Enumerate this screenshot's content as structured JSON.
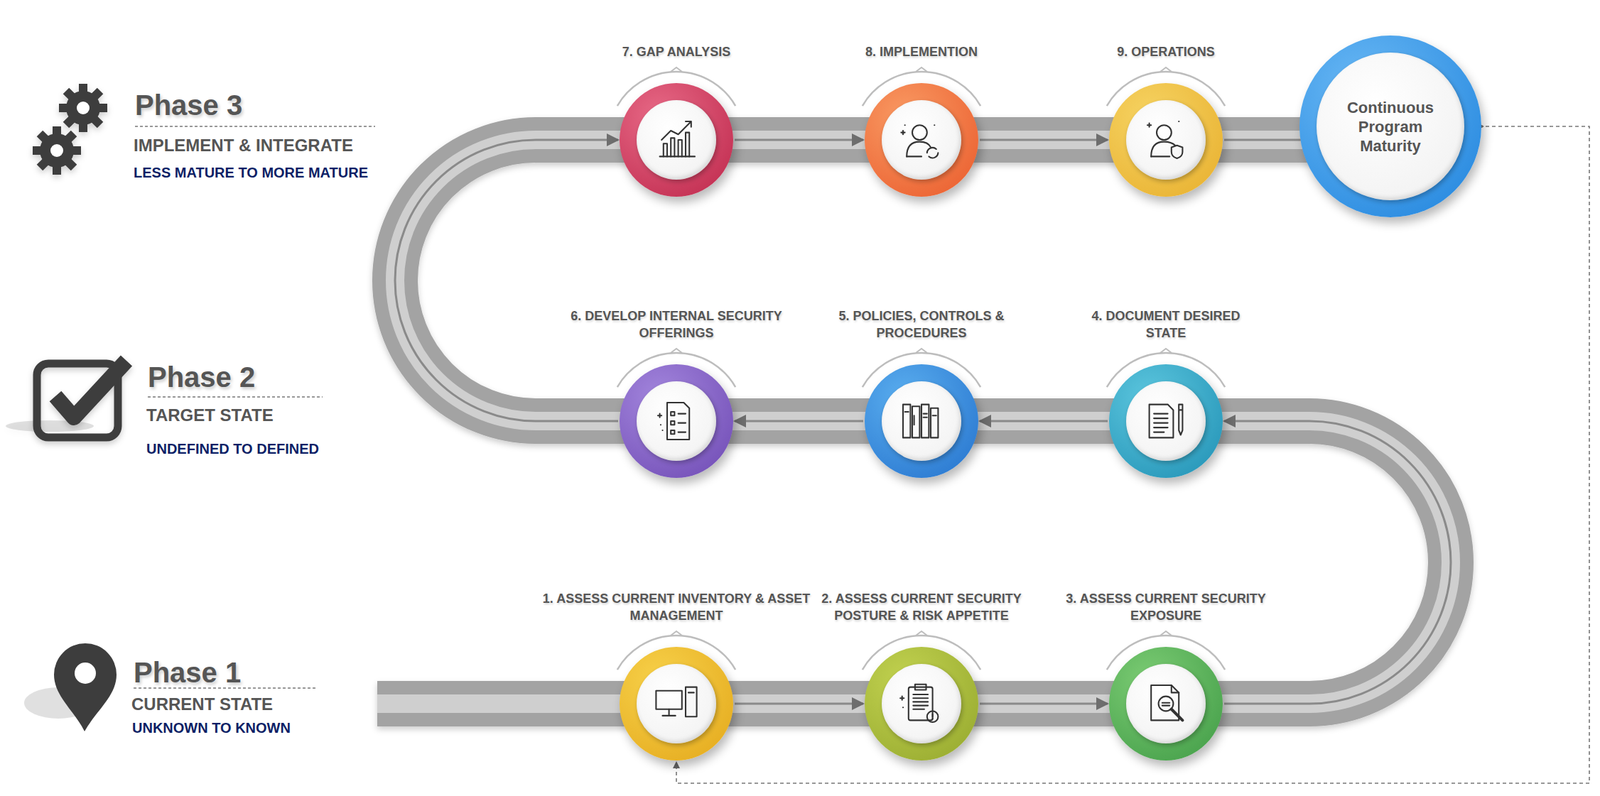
{
  "diagram": {
    "nodes": [
      {
        "text": [
          "1. ASSESS CURRENT INVENTORY & ASSET MANAGEMENT"
        ]
      },
      {
        "text": [
          "2. ASSESS CURRENT SECURITY POSTURE & RISK APPETITE"
        ]
      },
      {
        "text": [
          "3. ASSESS CURRENT SECURITY EXPOSURE"
        ]
      },
      {
        "text": [
          "4. DOCUMENT DESIRED STATE"
        ]
      },
      {
        "text": [
          "5. POLICIES, CONTROLS & PROCEDURES"
        ]
      },
      {
        "text": [
          "6. DEVELOP INTERNAL SECURITY OFFERINGS"
        ]
      },
      {
        "text": [
          "7. GAP ANALYSIS"
        ]
      },
      {
        "text": [
          "8. IMPLEMENTION"
        ]
      },
      {
        "text": [
          "9. OPERATIONS"
        ]
      },
      {
        "text": [
          "Continuous Program Maturity"
        ]
      }
    ],
    "edges": [
      {
        "from": 0,
        "to": 1,
        "arrow": "to"
      },
      {
        "from": 1,
        "to": 2,
        "arrow": "to"
      },
      {
        "from": 2,
        "to": 3,
        "arrow": "to"
      },
      {
        "from": 3,
        "to": 4,
        "arrow": "to"
      },
      {
        "from": 4,
        "to": 5,
        "arrow": "to"
      },
      {
        "from": 5,
        "to": 6,
        "arrow": "to"
      },
      {
        "from": 6,
        "to": 7,
        "arrow": "to"
      },
      {
        "from": 7,
        "to": 8,
        "arrow": "to"
      },
      {
        "from": 8,
        "to": 9,
        "arrow": "to"
      },
      {
        "from": 9,
        "to": 0,
        "arrow": "to"
      }
    ],
    "labels": [
      "Phase 3",
      "IMPLEMENT & INTEGRATE",
      "LESS MATURE TO MORE MATURE",
      "Phase 2",
      "TARGET STATE",
      "UNDEFINED TO DEFINED",
      "Phase 1",
      "CURRENT STATE",
      "UNKNOWN TO KNOWN"
    ]
  }
}
